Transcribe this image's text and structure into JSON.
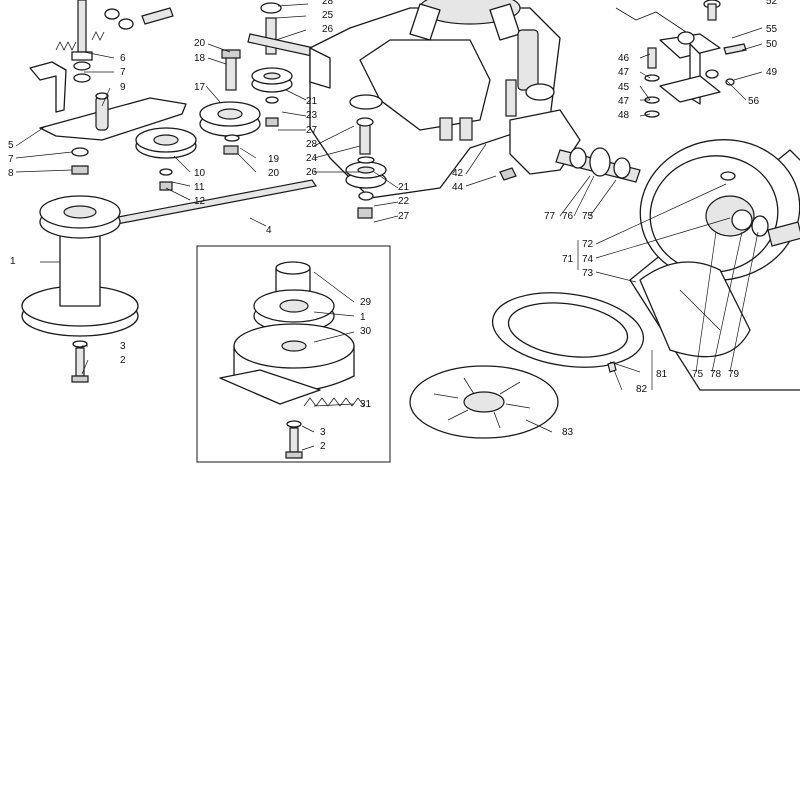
{
  "labels": {
    "l1": "1",
    "l1b": "1",
    "l2": "2",
    "l2b": "2",
    "l3": "3",
    "l3b": "3",
    "l4": "4",
    "l5": "5",
    "l6": "6",
    "l7": "7",
    "l7b": "7",
    "l8": "8",
    "l9": "9",
    "l10": "10",
    "l11": "11",
    "l12": "12",
    "l17": "17",
    "l18": "18",
    "l19": "19",
    "l20": "20",
    "l20b": "20",
    "l21": "21",
    "l21b": "21",
    "l22": "22",
    "l23": "23",
    "l24": "24",
    "l25": "25",
    "l26": "26",
    "l26b": "26",
    "l27": "27",
    "l27b": "27",
    "l28": "28",
    "l28b": "28",
    "l29": "29",
    "l30": "30",
    "l31": "31",
    "l42": "42",
    "l44": "44",
    "l45": "45",
    "l46": "46",
    "l47": "47",
    "l47b": "47",
    "l48": "48",
    "l49": "49",
    "l50": "50",
    "l52": "52",
    "l55": "55",
    "l56": "56",
    "l71": "71",
    "l72": "72",
    "l73": "73",
    "l74": "74",
    "l75": "75",
    "l75b": "75",
    "l76": "76",
    "l77": "77",
    "l78": "78",
    "l79": "79",
    "l81": "81",
    "l82": "82",
    "l83": "83"
  }
}
